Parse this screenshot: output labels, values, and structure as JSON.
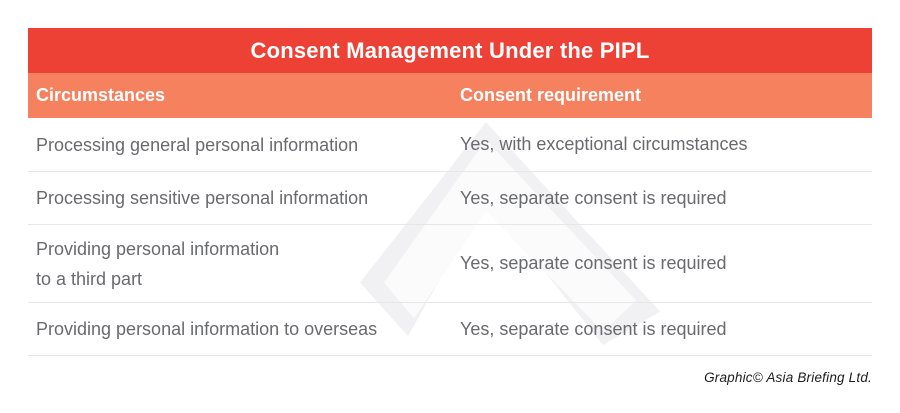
{
  "colors": {
    "title_bar_bg": "#EE4136",
    "header_row_bg": "#F5815F",
    "header_text": "#FFFFFF",
    "body_text": "#696A6E",
    "row_divider": "#E7E7E8",
    "watermark": "#F1F1F3"
  },
  "table": {
    "title": "Consent Management Under the PIPL",
    "header": {
      "col1": "Circumstances",
      "col2": "Consent requirement"
    },
    "rows": [
      {
        "circumstance": "Processing general personal information",
        "requirement": "Yes, with exceptional circumstances"
      },
      {
        "circumstance": "Processing sensitive personal information",
        "requirement": "Yes, separate consent is required"
      },
      {
        "circumstance": "Providing personal information\nto a third part",
        "requirement": "Yes, separate consent is required"
      },
      {
        "circumstance": "Providing personal information to overseas",
        "requirement": "Yes, separate consent is required"
      }
    ]
  },
  "footer": {
    "credit": "Graphic© Asia Briefing Ltd."
  },
  "chart_data": {
    "type": "table",
    "title": "Consent Management Under the PIPL",
    "columns": [
      "Circumstances",
      "Consent requirement"
    ],
    "rows": [
      [
        "Processing general personal information",
        "Yes, with exceptional circumstances"
      ],
      [
        "Processing sensitive personal information",
        "Yes, separate consent is required"
      ],
      [
        "Providing personal information to a third part",
        "Yes, separate consent is required"
      ],
      [
        "Providing personal information to overseas",
        "Yes, separate consent is required"
      ]
    ],
    "legend_position": "none",
    "credit": "Graphic© Asia Briefing Ltd."
  }
}
